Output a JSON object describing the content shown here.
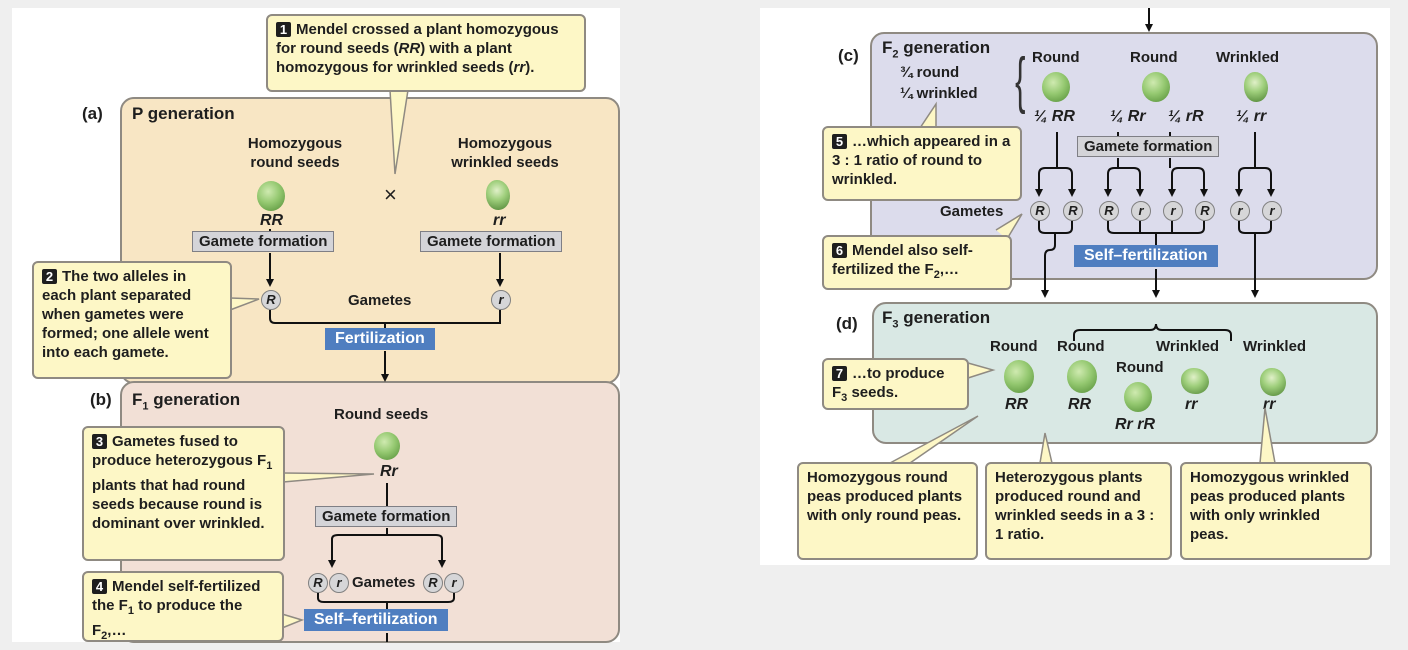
{
  "left_panel": {
    "callouts": {
      "c1": {
        "num": "1",
        "text_html": "Mendel crossed a plant homozygous for round seeds (<i>RR</i>) with a plant homozygous for wrinkled seeds (<i>rr</i>)."
      },
      "c2": {
        "num": "2",
        "text": "The two alleles in each plant separated when gametes were formed; one allele went into each gamete."
      },
      "c3": {
        "num": "3",
        "text_html": "Gametes fused to produce heterozygous F<sub>1</sub> plants that had round seeds because round is dominant over wrinkled."
      },
      "c4": {
        "num": "4",
        "text_html": "Mendel self-fertilized the F<sub>1</sub> to produce the F<sub>2</sub>,…"
      }
    },
    "section_a": {
      "letter": "(a)",
      "title": "P generation",
      "parent_left_label": "Homozygous round seeds",
      "parent_right_label": "Homozygous wrinkled seeds",
      "cross_symbol": "×",
      "left_genotype": "RR",
      "right_genotype": "rr",
      "gamete_formation": "Gamete formation",
      "gametes_label": "Gametes",
      "gamete_left": "R",
      "gamete_right": "r",
      "fertilization": "Fertilization"
    },
    "section_b": {
      "letter": "(b)",
      "title_html": "F<sub>1</sub> generation",
      "seed_label": "Round seeds",
      "genotype": "Rr",
      "gamete_formation": "Gamete formation",
      "gametes_label": "Gametes",
      "gametes": [
        "R",
        "r",
        "R",
        "r"
      ],
      "self_fertilization": "Self–fertilization"
    }
  },
  "right_panel": {
    "callouts": {
      "c5": {
        "num": "5",
        "text": "…which appeared in a 3 : 1 ratio of round to wrinkled."
      },
      "c6": {
        "num": "6",
        "text_html": "Mendel also self-fertilized the F<sub>2</sub>,…"
      },
      "c7": {
        "num": "7",
        "text_html": "…to produce F<sub>3</sub> seeds."
      },
      "bottom_left": {
        "text": "Homozygous round peas produced plants with only round peas."
      },
      "bottom_mid": {
        "text": "Heterozygous plants produced round and wrinkled seeds in a 3 : 1 ratio."
      },
      "bottom_right": {
        "text": "Homozygous wrinkled peas produced plants with only wrinkled peas."
      }
    },
    "section_c": {
      "letter": "(c)",
      "title_html": "F<sub>2</sub> generation",
      "ratio_line1": "¾ round",
      "ratio_line2": "¼ wrinkled",
      "phenotypes": [
        "Round",
        "Round",
        "Wrinkled"
      ],
      "genotypes": [
        "¼ RR",
        "¼ Rr",
        "¼ rR",
        "¼ rr"
      ],
      "gamete_formation": "Gamete formation",
      "gametes_label": "Gametes",
      "gametes": [
        "R",
        "R",
        "R",
        "r",
        "r",
        "R",
        "r",
        "r"
      ],
      "self_fertilization": "Self–fertilization"
    },
    "section_d": {
      "letter": "(d)",
      "title_html": "F<sub>3</sub> generation",
      "phenotypes": [
        "Round",
        "Round",
        "Round",
        "Wrinkled",
        "Wrinkled"
      ],
      "genotypes": [
        "RR",
        "RR",
        "Rr rR",
        "rr",
        "rr"
      ]
    }
  },
  "colors": {
    "p_generation_bg": "#f8e6c4",
    "f1_generation_bg": "#f2e0d6",
    "f2_generation_bg": "#dcdcec",
    "f3_generation_bg": "#d9e8e4",
    "callout_bg": "#fdf7c6",
    "process_blue": "#4f7ec0",
    "gamete_formation_gray": "#d4d4d8"
  }
}
